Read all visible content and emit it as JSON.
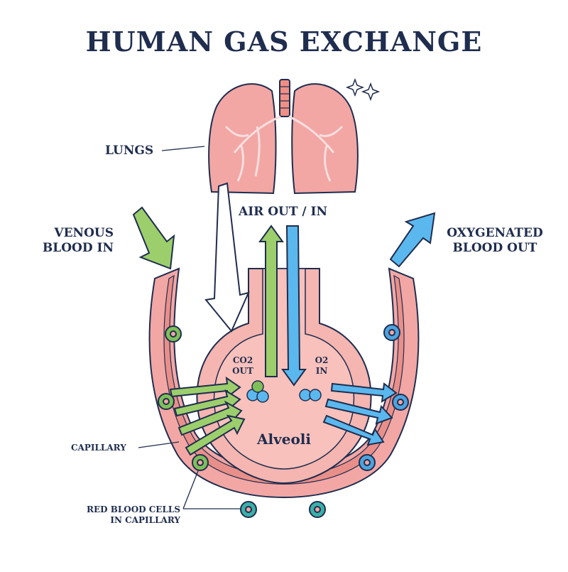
{
  "title": "HUMAN GAS EXCHANGE",
  "labels": {
    "lungs": "LUNGS",
    "air": "AIR OUT / IN",
    "venous_line1": "VENOUS",
    "venous_line2": "BLOOD IN",
    "oxygenated_line1": "OXYGENATED",
    "oxygenated_line2": "BLOOD OUT",
    "co2_line1": "CO2",
    "co2_line2": "OUT",
    "o2_line1": "O2",
    "o2_line2": "IN",
    "alveoli": "Alveoli",
    "capillary": "CAPILLARY",
    "rbc_line1": "RED BLOOD CELLS",
    "rbc_line2": "IN CAPILLARY"
  },
  "colors": {
    "title": "#1f2d4e",
    "tissue": "#f2a7a5",
    "tissue_dark": "#d9827f",
    "alveolus": "#f5b5b0",
    "co2_arrow": "#9ccf6b",
    "o2_arrow": "#5bb8ee",
    "co2_cell": "#7fbf5a",
    "o2_cell": "#4da3dd"
  }
}
